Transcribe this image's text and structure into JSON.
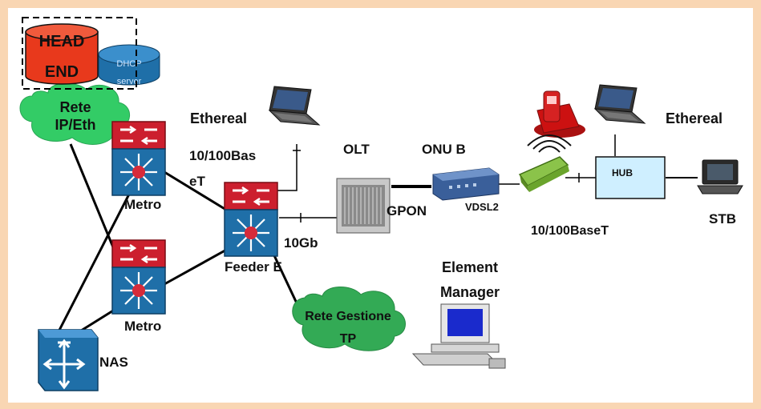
{
  "colors": {
    "frame": "#f9d6b3",
    "cloud": "#33cc66",
    "cisco_blue": "#1f6fa8",
    "router_red": "#cc1f2e",
    "headend_red": "#e8391c",
    "hub_fill": "#cfefff"
  },
  "labels": {
    "head_end_line1": "HEAD",
    "head_end_line2": "END",
    "dhcp_line1": "DHCP",
    "dhcp_line2": "server",
    "rete_ip_line1": "Rete",
    "rete_ip_line2": "IP/Eth",
    "metro_top": "Metro",
    "metro_bottom": "Metro",
    "nas": "NAS",
    "ethereal_left": "Ethereal",
    "speed_left_line1": "10/100Bas",
    "speed_left_line2": "eT",
    "feeder": "Feeder E",
    "link_10gb": "10Gb",
    "olt": "OLT",
    "gpon": "GPON",
    "onu": "ONU B",
    "vdsl2": "VDSL2",
    "speed_right": "10/100BaseT",
    "hub": "HUB",
    "ethereal_right": "Ethereal",
    "stb": "STB",
    "element_manager_line1": "Element",
    "element_manager_line2": "Manager",
    "rete_gestione_line1": "Rete Gestione",
    "rete_gestione_line2": "TP"
  },
  "icons": {
    "head_end": "cylinder-icon",
    "dhcp": "router-icon",
    "metro": "layer3-switch-icon",
    "feeder": "layer3-switch-icon",
    "nas": "access-server-icon",
    "laptop": "laptop-icon",
    "olt": "chassis-icon",
    "onu": "onu-box-icon",
    "modem": "modem-icon",
    "phone": "cordless-phone-icon",
    "hub": "hub-box-icon",
    "stb": "tv-icon",
    "workstation": "workstation-icon"
  }
}
